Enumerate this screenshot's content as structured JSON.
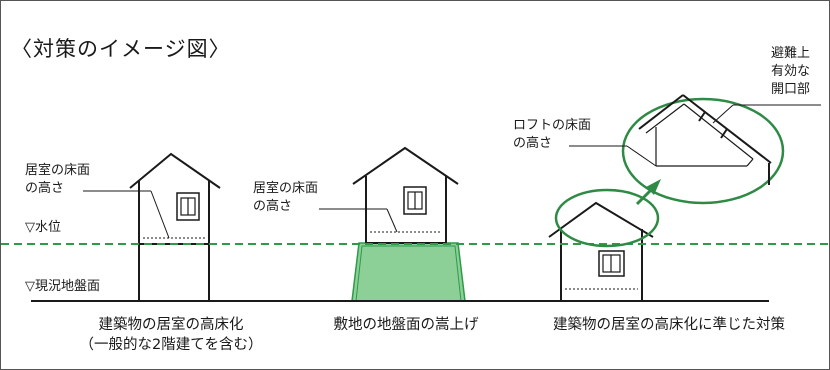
{
  "title": "〈対策のイメージ図〉",
  "labels": {
    "floor_height_line1": "居室の床面",
    "floor_height_line2": "の高さ",
    "water_level": "▽水位",
    "ground_level": "▽現況地盤面",
    "loft_line1": "ロフトの床面",
    "loft_line2": "の高さ",
    "evac_line1": "避難上",
    "evac_line2": "有効な",
    "evac_line3": "開口部"
  },
  "captions": {
    "house1_line1": "建築物の居室の高床化",
    "house1_line2": "（一般的な2階建てを含む）",
    "house2": "敷地の地盤面の嵩上げ",
    "house3": "建築物の居室の高床化に準じた対策"
  },
  "colors": {
    "water_line": "#2e9a4a",
    "fill_raised_ground": "#8ccf97",
    "arrow": "#2e8a44",
    "outline": "#1a1a1a"
  }
}
